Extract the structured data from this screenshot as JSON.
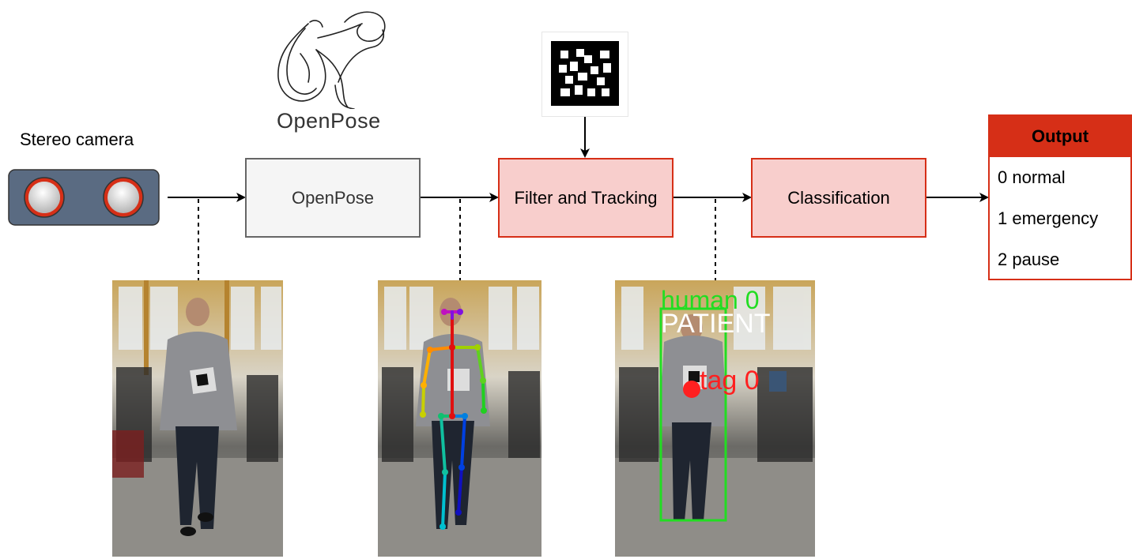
{
  "camera": {
    "label": "Stereo camera"
  },
  "logo": {
    "text": "OpenPose"
  },
  "nodes": {
    "openpose": "OpenPose",
    "filter": "Filter and Tracking",
    "classification": "Classification"
  },
  "output": {
    "title": "Output",
    "items": [
      "0 normal",
      "1 emergency",
      "2 pause"
    ]
  },
  "overlay": {
    "human": "human 0",
    "patient": "PATIENT",
    "tag": "tag 0"
  },
  "colors": {
    "red_stroke": "#d62f17",
    "red_fill": "#f8cecc",
    "gray_fill": "#f5f5f5",
    "camera_body": "#5a6b82",
    "bbox_green": "#22dd22",
    "tag_red": "#ff2020"
  }
}
